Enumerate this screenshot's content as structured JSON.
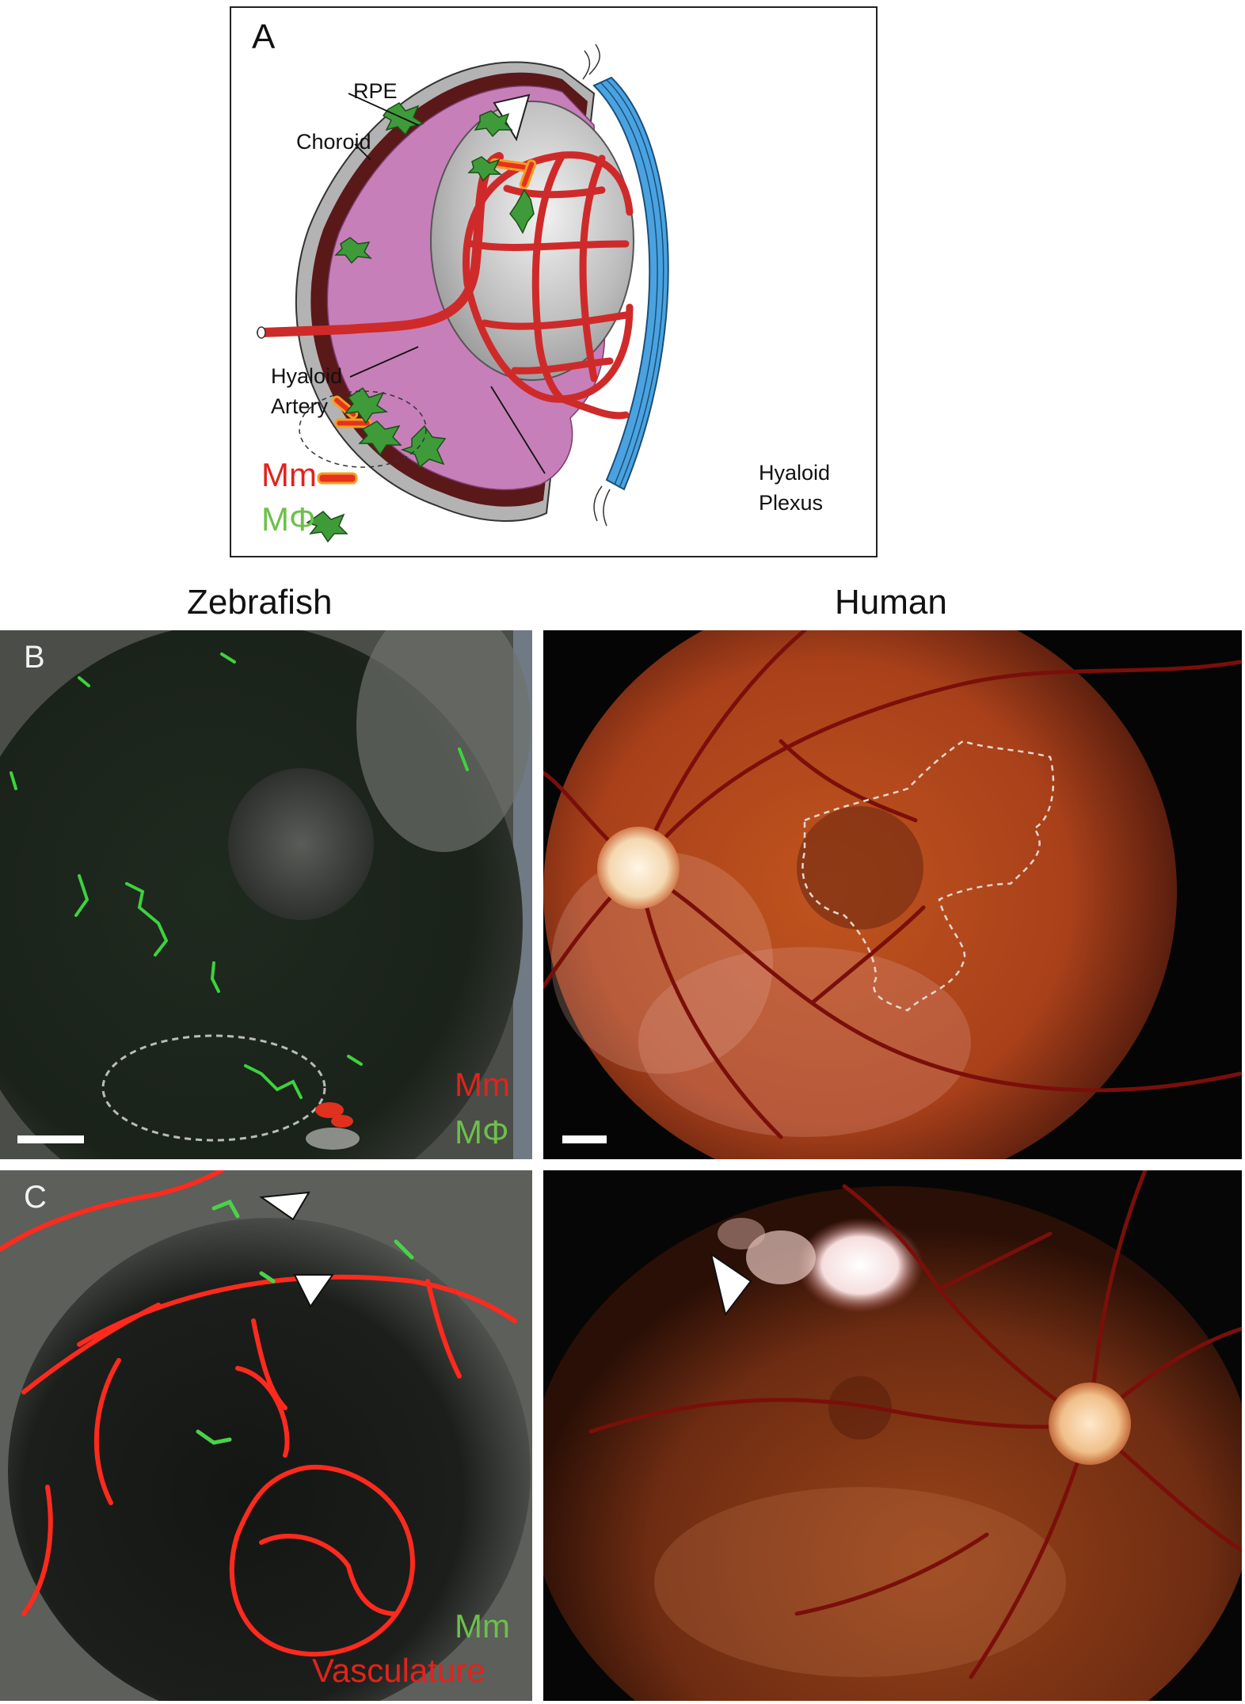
{
  "panel_a": {
    "letter": "A",
    "labels": {
      "rpe": "RPE",
      "choroid": "Choroid",
      "hyaloid_artery_line1": "Hyaloid",
      "hyaloid_artery_line2": "Artery",
      "hyaloid_plexus_line1": "Hyaloid",
      "hyaloid_plexus_line2": "Plexus"
    },
    "legend": {
      "mm_label": "Mm",
      "mphi_label": "MΦ"
    }
  },
  "columns": {
    "left": "Zebrafish",
    "right": "Human"
  },
  "panel_b": {
    "letter": "B",
    "legend_mm": "Mm",
    "legend_mphi": "MΦ"
  },
  "panel_c": {
    "letter": "C",
    "legend_mm": "Mm",
    "legend_vasculature": "Vasculature"
  },
  "colors": {
    "vitreous": "#c77fb9",
    "choroid_gray": "#a9a9a9",
    "rpe_dark": "#5a1818",
    "vessel_red": "#cf2a2a",
    "macrophage_green": "#3f9b3a",
    "cornea_blue": "#4aa3e0",
    "legend_red": "#e0241c",
    "legend_green": "#6cc04a"
  }
}
